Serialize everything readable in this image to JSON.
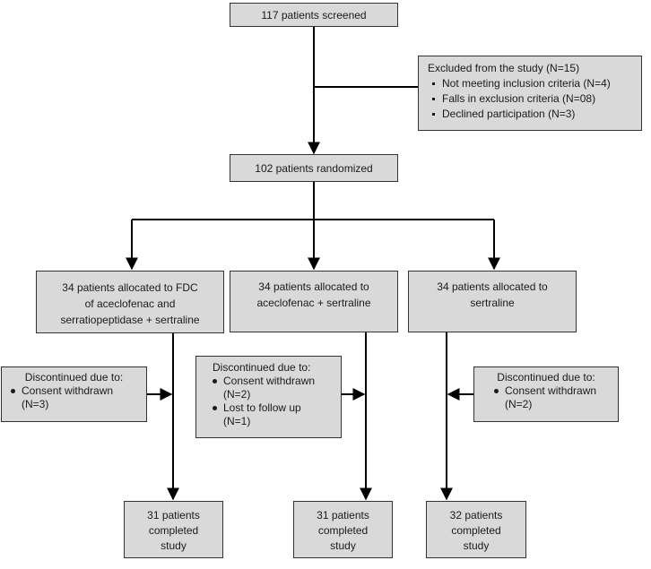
{
  "screened": "117 patients screened",
  "excluded": {
    "title": "Excluded from the study (N=15)",
    "items": [
      "Not meeting  inclusion criteria (N=4)",
      "Falls in exclusion criteria (N=08)",
      "Declined  participation  (N=3)"
    ]
  },
  "randomized": "102 patients randomized",
  "arms": [
    {
      "allocated": [
        "34 patients allocated to FDC",
        "of aceclofenac  and",
        "serratiopeptidase  + sertraline"
      ],
      "discontinued_title": "Discontinued due to:",
      "reasons": [
        {
          "text": "Consent withdrawn",
          "count": "(N=3)"
        }
      ],
      "completed": [
        "31 patients",
        "completed",
        "study"
      ]
    },
    {
      "allocated": [
        "34 patients allocated to",
        "aceclofenac  + sertraline"
      ],
      "discontinued_title": "Discontinued due to:",
      "reasons": [
        {
          "text": "Consent withdrawn",
          "count": "(N=2)"
        },
        {
          "text": "Lost to follow up",
          "count": "(N=1)"
        }
      ],
      "completed": [
        "31 patients",
        "completed",
        "study"
      ]
    },
    {
      "allocated": [
        "34 patients allocated to",
        "sertraline"
      ],
      "discontinued_title": "Discontinued due to:",
      "reasons": [
        {
          "text": "Consent withdrawn",
          "count": "(N=2)"
        }
      ],
      "completed": [
        "32 patients",
        "completed",
        "study"
      ]
    }
  ]
}
